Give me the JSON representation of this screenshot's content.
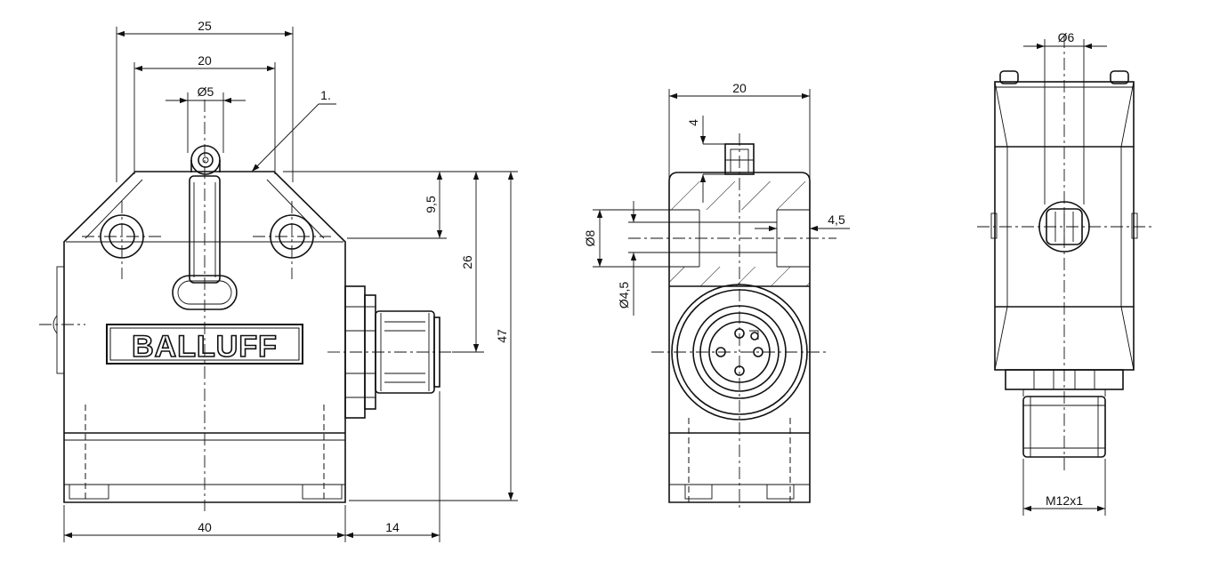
{
  "front_view": {
    "dimensions": {
      "width_top": "25",
      "width_inner": "20",
      "roller_dia": "Ø5",
      "callout": "1.",
      "height_a": "9,5",
      "height_b": "26",
      "height_total": "47",
      "width_total": "40",
      "connector_depth": "14"
    },
    "logo": "BALLUFF"
  },
  "side_view": {
    "dimensions": {
      "width": "20",
      "plunger": "4",
      "bore_large": "Ø8",
      "bore_small": "Ø4,5",
      "bore_depth": "4,5"
    }
  },
  "rear_view": {
    "dimensions": {
      "plunger_dia": "Ø6",
      "thread": "M12x1"
    }
  }
}
